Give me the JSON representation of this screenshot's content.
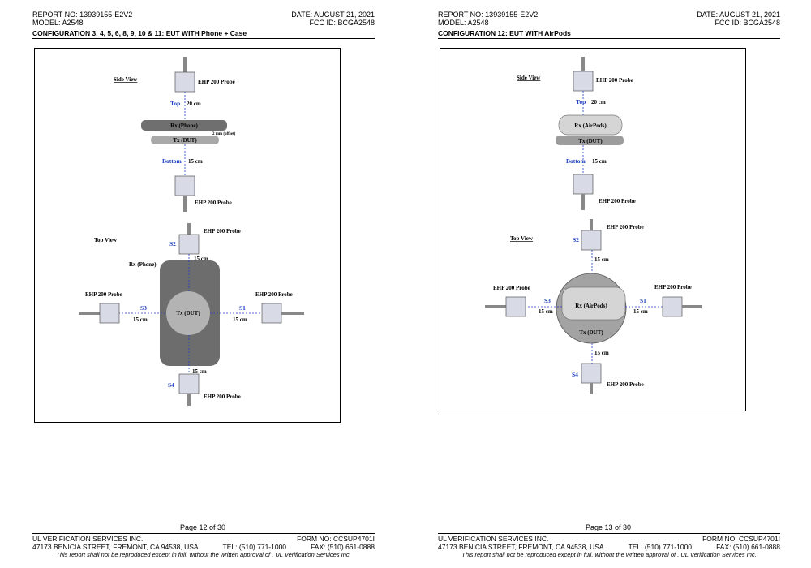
{
  "left": {
    "report_no": "REPORT NO: 13939155-E2V2",
    "date": "DATE: AUGUST 21, 2021",
    "model": "MODEL: A2548",
    "fcc": "FCC ID: BCGA2548",
    "config": "CONFIGURATION 3, 4, 5, 6, 8, 9, 10 & 11: EUT WITH Phone + Case",
    "diagram": {
      "side_view": "Side View",
      "top_view": "Top View",
      "probe": "EHP 200 Probe",
      "top": "Top",
      "bottom": "Bottom",
      "d20": "20 cm",
      "d15": "15 cm",
      "rx_side": "Rx (Phone)",
      "tx_side": "Tx (DUT)",
      "offset": "2 mm (offset)",
      "rx_top": "Rx (Phone)",
      "tx_top": "Tx (DUT)",
      "s1": "S1",
      "s2": "S2",
      "s3": "S3",
      "s4": "S4"
    },
    "page": "Page 12 of 30"
  },
  "right": {
    "report_no": "REPORT NO: 13939155-E2V2",
    "date": "DATE: AUGUST 21, 2021",
    "model": "MODEL: A2548",
    "fcc": "FCC ID: BCGA2548",
    "config": "CONFIGURATION 12: EUT WITH AirPods",
    "diagram": {
      "side_view": "Side View",
      "top_view": "Top View",
      "probe": "EHP 200 Probe",
      "top": "Top",
      "bottom": "Bottom",
      "d20": "20 cm",
      "d15": "15 cm",
      "rx_side": "Rx (AirPods)",
      "tx_side": "Tx (DUT)",
      "rx_top": "Rx (AirPods)",
      "tx_top": "Tx (DUT)",
      "s1": "S1",
      "s2": "S2",
      "s3": "S3",
      "s4": "S4"
    },
    "page": "Page 13 of 30"
  },
  "footer": {
    "company": "UL VERIFICATION SERVICES INC.",
    "form": "FORM NO: CCSUP4701I",
    "address": "47173 BENICIA STREET, FREMONT, CA 94538, USA",
    "tel": "TEL: (510) 771-1000",
    "fax": "FAX: (510) 661-0888",
    "note": "This report shall not be reproduced except in full, without the written approval of . UL Verification Services Inc."
  }
}
